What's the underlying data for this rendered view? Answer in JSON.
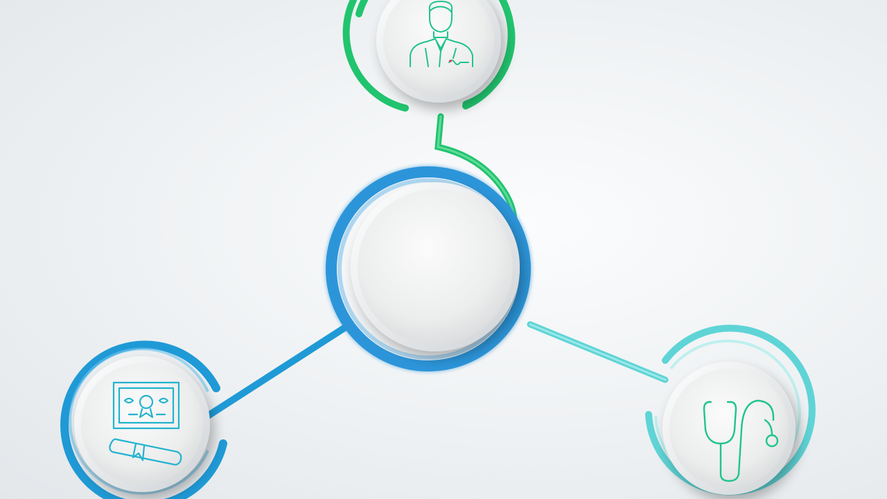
{
  "diagram": {
    "colors": {
      "green": "#21c46e",
      "blue": "#2c95d9",
      "cyan": "#28b6d8",
      "teal": "#5fd4d6",
      "icon_green": "#1fc48a",
      "icon_cyan": "#22b3cf",
      "accent_red": "#e0355a"
    },
    "nodes": [
      {
        "role": "center",
        "icon": "none"
      },
      {
        "role": "top",
        "icon": "doctor-icon"
      },
      {
        "role": "bottom-left",
        "icon": "diploma-certificate-icon"
      },
      {
        "role": "bottom-right",
        "icon": "stethoscope-icon"
      }
    ]
  }
}
